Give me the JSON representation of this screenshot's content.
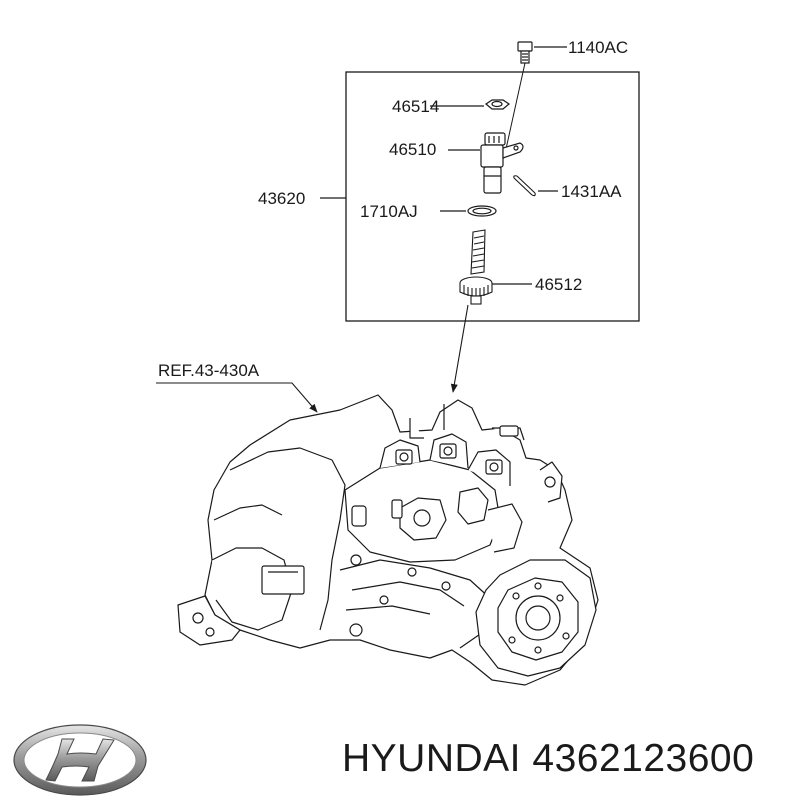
{
  "diagram": {
    "assembly_label": "43620",
    "reference_label": "REF.43-430A",
    "parts": [
      {
        "id": "bolt",
        "number": "1140AC"
      },
      {
        "id": "nut",
        "number": "46514"
      },
      {
        "id": "speed-sensor",
        "number": "46510"
      },
      {
        "id": "pin",
        "number": "1431AA"
      },
      {
        "id": "o-ring",
        "number": "1710AJ"
      },
      {
        "id": "driven-gear",
        "number": "46512"
      }
    ]
  },
  "footer": {
    "brand": "HYUNDAI",
    "part_number": "4362123600",
    "logo_icon": "hyundai-logo-icon"
  }
}
